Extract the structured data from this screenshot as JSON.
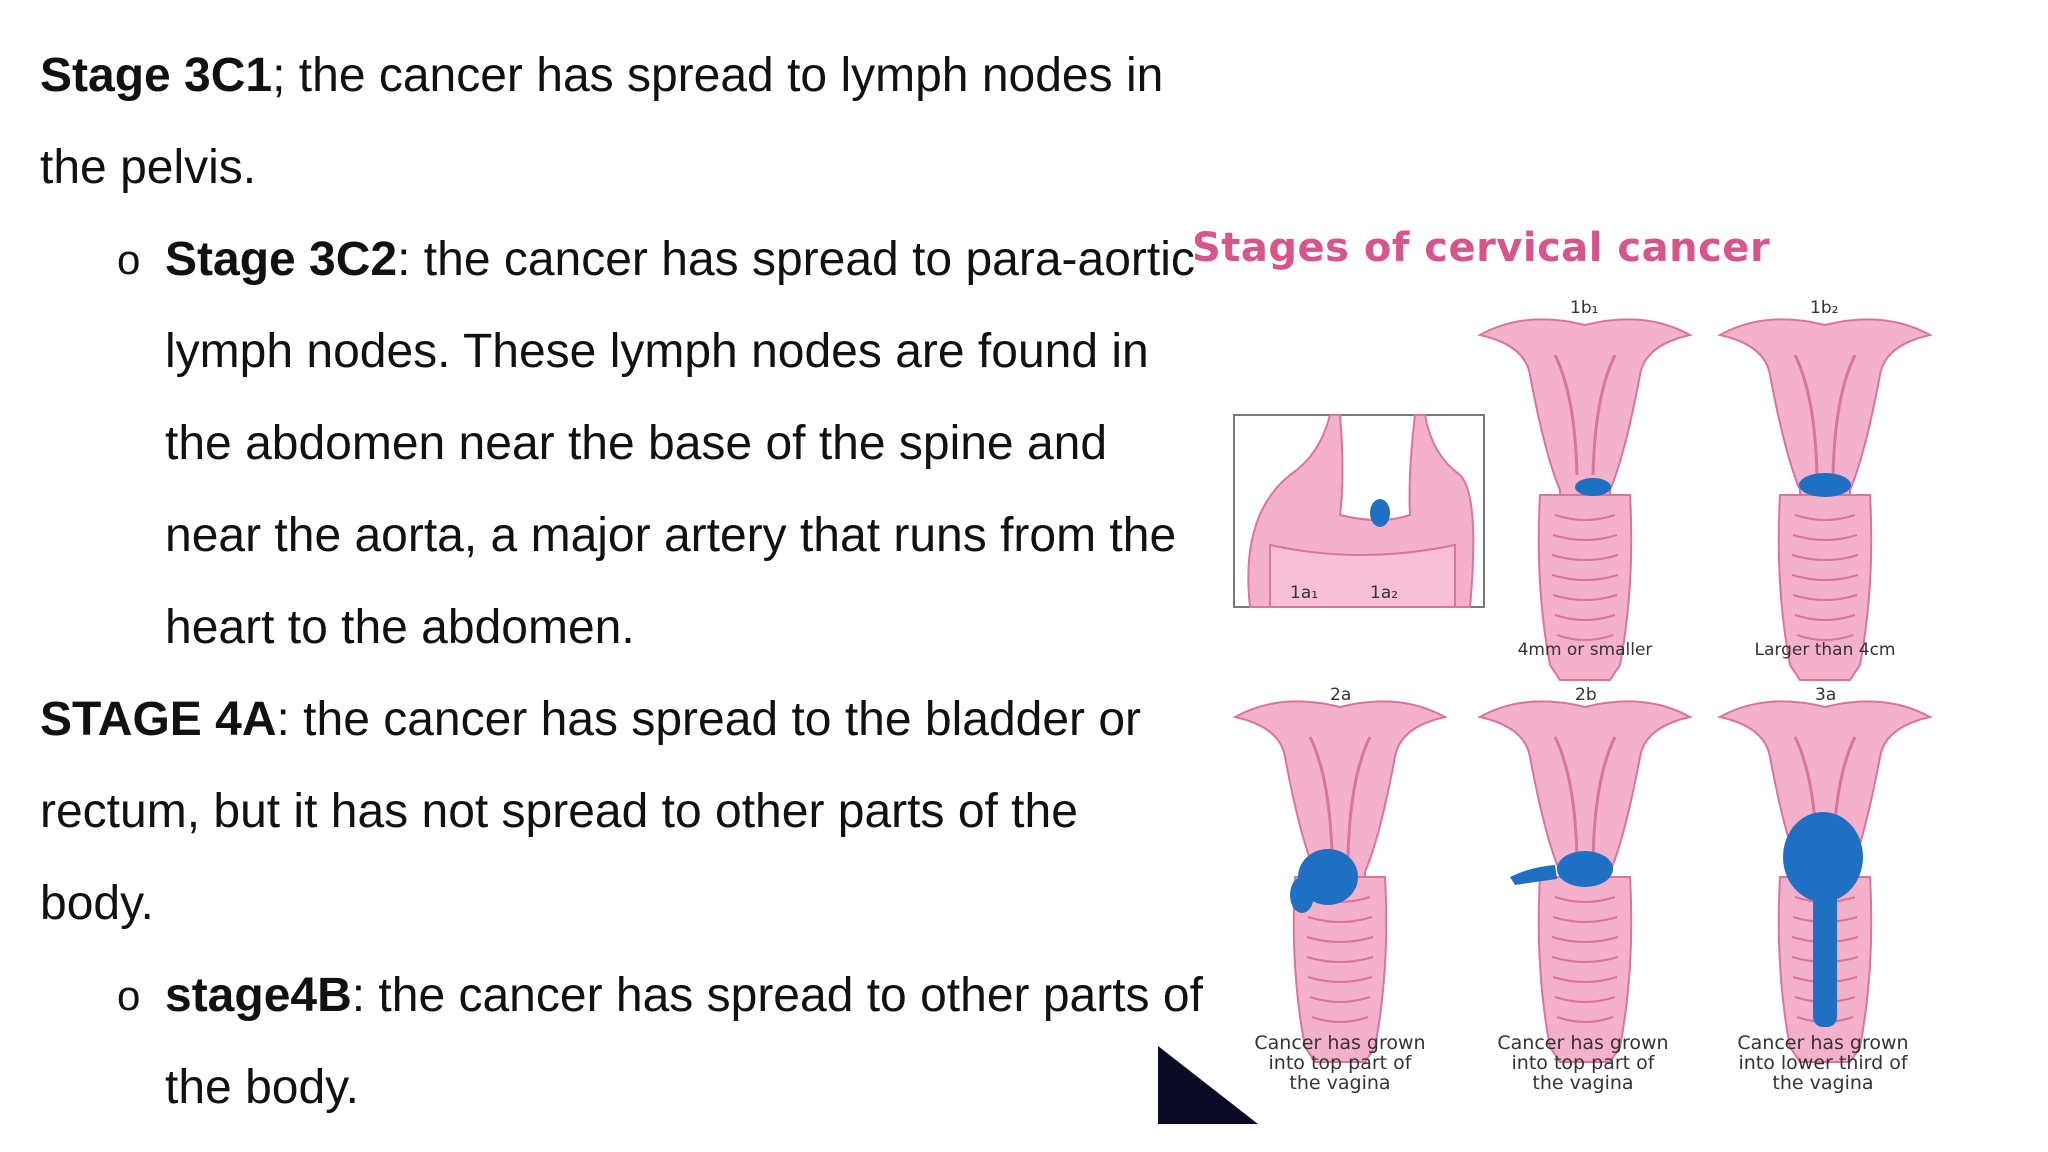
{
  "paragraphs": {
    "p1": {
      "bold": "Stage 3C1",
      "rest": "; the cancer has spread to lymph nodes in"
    },
    "p1_line2": "the pelvis.",
    "p2": {
      "bullet": "o",
      "bold": "Stage 3C2",
      "rest": ": the cancer has spread to para-aortic"
    },
    "p2_line2": "lymph nodes. These lymph nodes are found in",
    "p2_line3": "the abdomen near the base of the spine and",
    "p2_line4": "near the aorta, a major artery that runs from the",
    "p2_line5": "heart to the abdomen.",
    "p3": {
      "bold": "STAGE 4A",
      "rest": ": the cancer has spread to the bladder or"
    },
    "p3_line2": "rectum, but it has not spread to other parts of the",
    "p3_line3": "body.",
    "p4": {
      "bullet": "o",
      "bold": "stage4B",
      "rest": ": the cancer has spread to other parts of"
    },
    "p4_line2": "the body."
  },
  "figure": {
    "title": "Stages of cervical cancer",
    "panels": {
      "p1a": {
        "label1": "1a₁",
        "label2": "1a₂"
      },
      "p1b1": {
        "label": "1b₁",
        "caption": "4mm or smaller"
      },
      "p1b2": {
        "label": "1b₂",
        "caption": "Larger than 4cm"
      },
      "p2a": {
        "label": "2a",
        "caption1": "Cancer has grown",
        "caption2": "into top part of",
        "caption3": "the vagina"
      },
      "p2b": {
        "label": "2b",
        "caption1": "Cancer has grown",
        "caption2": "into top part of",
        "caption3": "the vagina"
      },
      "p3a": {
        "label": "3a",
        "caption1": "Cancer has grown",
        "caption2": "into lower third of",
        "caption3": "the vagina"
      }
    },
    "colors": {
      "tissue": "#f2a6c6",
      "tissue_dark": "#d9739f",
      "tumor": "#1f6fc2",
      "title": "#d6558a"
    }
  }
}
